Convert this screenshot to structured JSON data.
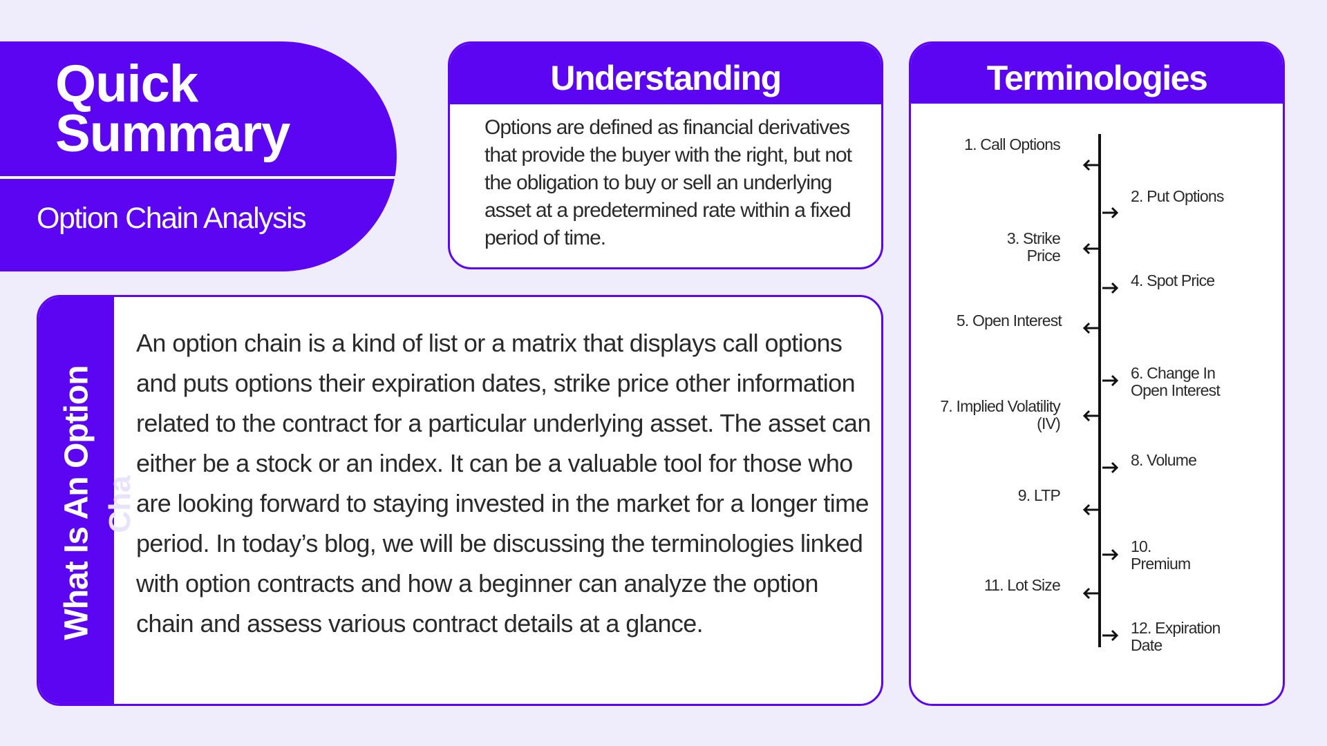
{
  "summary": {
    "title_line1": "Quick",
    "title_line2": "Summary",
    "subtitle": "Option Chain Analysis"
  },
  "understanding": {
    "heading": "Understanding",
    "text": "Options are defined as financial derivatives that provide the buyer with the right, but not the obligation to buy or sell an underlying asset at a predetermined rate within a fixed period of time."
  },
  "terminologies": {
    "heading": "Terminologies",
    "items": [
      "1. Call Options",
      "2. Put Options",
      "3. Strike Price",
      "4. Spot Price",
      "5. Open Interest",
      "6. Change In Open Interest",
      "7. Implied Volatility (IV)",
      "8. Volume",
      "9. LTP",
      "10. Premium",
      "11. Lot Size",
      "12. Expiration Date"
    ]
  },
  "what_is": {
    "side_label": "What Is An Option",
    "ghost_text": "Cha",
    "text": "An option chain is a kind of list or a matrix that displays call options and puts options their expiration dates, strike price other information related to the contract for a particular underlying asset. The asset can either be a stock or an index. It can be a valuable tool for those who are looking forward to staying invested in the market for a longer time period. In today’s blog, we will be discussing the terminologies linked with option contracts and how a beginner can analyze the option chain and assess various contract details at a glance."
  },
  "colors": {
    "accent": "#5b05f2",
    "background": "#efedfc",
    "text": "#2a2a2a"
  }
}
